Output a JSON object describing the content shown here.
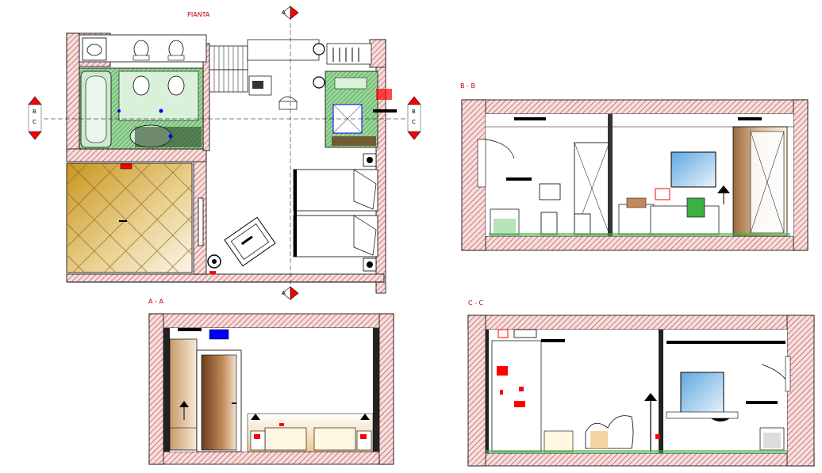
{
  "titles": {
    "plan": "PIANTA",
    "section_aa": "A - A",
    "section_bb": "B - B",
    "section_cc": "C - C"
  },
  "markers": {
    "a_top": "A",
    "a_bottom": "A",
    "b_left": "B",
    "c_left": "C",
    "b_right": "B",
    "c_right": "C"
  },
  "colors": {
    "wall_hatch": "#c0504d",
    "bath_tile": "#3cb043",
    "floor_wood": "#d6a63a",
    "glass": "#8fc4e8",
    "door_wood": "#8b5a2b",
    "blue_panel": "#0000ff",
    "red_marks": "#ff0000"
  }
}
